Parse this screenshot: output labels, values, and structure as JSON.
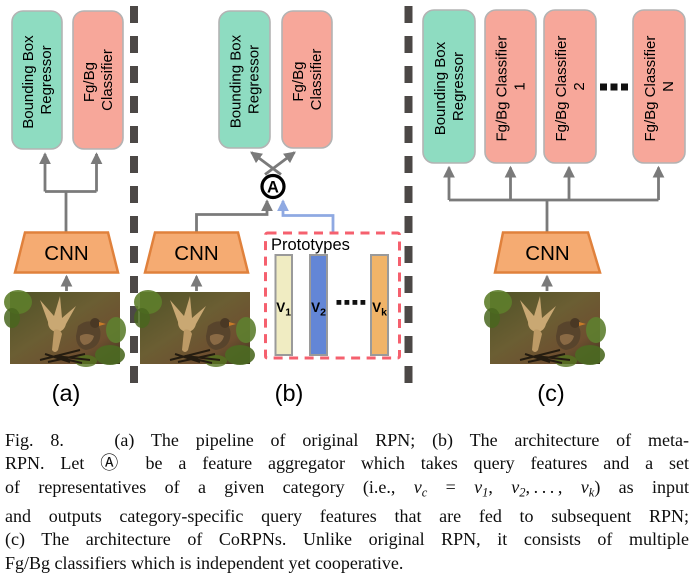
{
  "colors": {
    "teal_box": "#8edcc1",
    "salmon_box": "#f7a79a",
    "box_border": "#b3b3b3",
    "cnn_fill": "#f5ab72",
    "cnn_border": "#e0813c",
    "arrow_gray": "#7a7a7a",
    "arrow_blue": "#8fa9e2",
    "prototypes_border": "#f5606e",
    "bar_v1": "#f0ecc2",
    "bar_v2": "#6386d6",
    "bar_vk": "#f1b468",
    "bar_border": "#9a9a9a",
    "divider": "#4c4846",
    "aggregator_circle": "#000000"
  },
  "panel_a": {
    "label": "(a)",
    "cnn_label": "CNN",
    "regressor": {
      "line1": "Bounding Box",
      "line2": "Regressor"
    },
    "classifier": {
      "line1": "Fg/Bg",
      "line2": "Classifier"
    }
  },
  "panel_b": {
    "label": "(b)",
    "cnn_label": "CNN",
    "regressor": {
      "line1": "Bounding Box",
      "line2": "Regressor"
    },
    "classifier": {
      "line1": "Fg/Bg",
      "line2": "Classifier"
    },
    "aggregator_symbol": "A",
    "prototypes": {
      "title": "Prototypes",
      "ellipsis": "....",
      "bars": [
        {
          "base": "V",
          "sub": "1"
        },
        {
          "base": "V",
          "sub": "2"
        },
        {
          "base": "V",
          "sub": "k"
        }
      ]
    }
  },
  "panel_c": {
    "label": "(c)",
    "cnn_label": "CNN",
    "ellipsis": "...",
    "regressor": {
      "line1": "Bounding Box",
      "line2": "Regressor"
    },
    "classifiers": [
      {
        "line1": "Fg/Bg Classifier",
        "line2": "1"
      },
      {
        "line1": "Fg/Bg Classifier",
        "line2": "2"
      },
      {
        "line1": "Fg/Bg Classifier",
        "line2": "N"
      }
    ]
  },
  "caption": {
    "lines": [
      {
        "justify": true,
        "segs": [
          {
            "t": "Fig. 8.   (a) The pipeline of original RPN; (b) The architecture of meta-"
          }
        ]
      },
      {
        "justify": true,
        "segs": [
          {
            "t": "RPN. Let "
          },
          {
            "t": "Ⓐ",
            "st": "circ"
          },
          {
            "t": " be a feature aggregator which takes query features and a set"
          }
        ]
      },
      {
        "justify": true,
        "segs": [
          {
            "t": "of representatives of a given category (i.e., "
          },
          {
            "t": "v",
            "st": "i"
          },
          {
            "t": "c",
            "st": "sub"
          },
          {
            "t": " = "
          },
          {
            "t": "v",
            "st": "i"
          },
          {
            "t": "1",
            "st": "sub"
          },
          {
            "t": ", "
          },
          {
            "t": "v",
            "st": "i"
          },
          {
            "t": "2",
            "st": "sub"
          },
          {
            "t": ", . . . , "
          },
          {
            "t": "v",
            "st": "i"
          },
          {
            "t": "k",
            "st": "sub"
          },
          {
            "t": ") as input"
          }
        ]
      },
      {
        "justify": true,
        "segs": [
          {
            "t": "and outputs category-specific query features that are fed to subsequent RPN;"
          }
        ]
      },
      {
        "justify": true,
        "segs": [
          {
            "t": "(c) The architecture of CoRPNs. Unlike original RPN, it consists of multiple"
          }
        ]
      },
      {
        "justify": false,
        "segs": [
          {
            "t": "Fg/Bg classifiers which is independent yet cooperative."
          }
        ]
      }
    ]
  }
}
